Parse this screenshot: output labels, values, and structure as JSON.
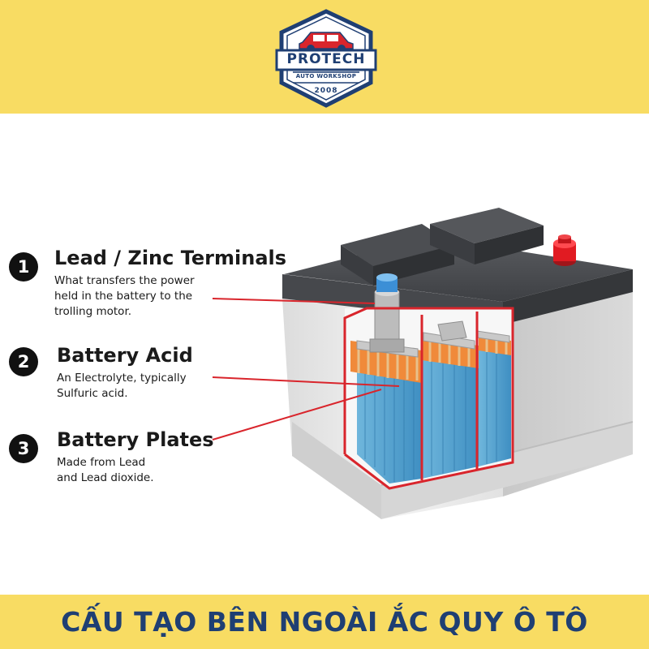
{
  "logo": {
    "name": "PROTECH",
    "subtitle": "AUTO WORKSHOP",
    "year": "2008"
  },
  "callouts": [
    {
      "number": "1",
      "title": "Lead / Zinc Terminals",
      "description": "What transfers the power\nheld in the battery to the\ntrolling motor."
    },
    {
      "number": "2",
      "title": "Battery Acid",
      "description": "An Electrolyte, typically\nSulfuric acid."
    },
    {
      "number": "3",
      "title": "Battery Plates",
      "description": "Made from Lead\nand Lead dioxide."
    }
  ],
  "footer": {
    "title": "CẤU TẠO BÊN NGOÀI ẮC QUY Ô TÔ"
  },
  "colors": {
    "band": "#f8dc63",
    "brand_navy": "#1f3f73",
    "callout_line": "#d9252c",
    "terminal_positive": "#e11b22",
    "terminal_negative": "#3c8fd6"
  }
}
